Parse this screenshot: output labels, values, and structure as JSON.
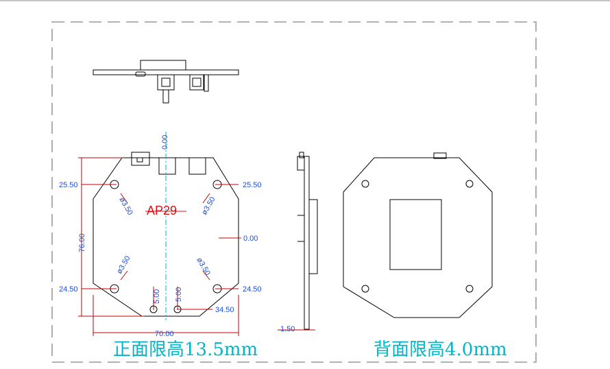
{
  "model": "AP29",
  "front_height_label": "正面限高13.5mm",
  "back_height_label": "背面限高4.0mm",
  "dimensions": {
    "top_zero": "0.00",
    "left_upper": "25.50",
    "right_upper": "25.50",
    "right_mid": "0.00",
    "left_lower": "24.50",
    "right_lower": "24.50",
    "bottom_right": "34.50",
    "height_total": "76.00",
    "width_total": "70.00",
    "hole_dia_1": "ø3.50",
    "hole_dia_2": "ø3.50",
    "hole_dia_3": "ø3.50",
    "hole_dia_4": "ø3.50",
    "offset_left": "5.00",
    "offset_right": "5.00",
    "thickness": "1.50"
  }
}
